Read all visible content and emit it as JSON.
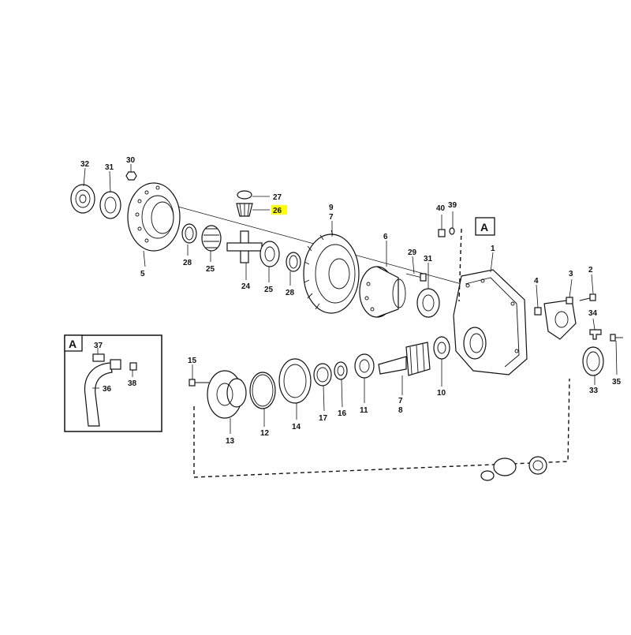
{
  "diagram": {
    "callouts": {
      "c1": "1",
      "c2": "2",
      "c3": "3",
      "c4": "4",
      "c5": "5",
      "c6": "6",
      "c7a": "7",
      "c7b": "7",
      "c8": "8",
      "c9": "9",
      "c10": "10",
      "c11": "11",
      "c12": "12",
      "c13": "13",
      "c14": "14",
      "c15": "15",
      "c16": "16",
      "c17": "17",
      "c24": "24",
      "c25a": "25",
      "c25b": "25",
      "c26": "26",
      "c27": "27",
      "c28a": "28",
      "c28b": "28",
      "c29": "29",
      "c30": "30",
      "c31a": "31",
      "c31b": "31",
      "c32": "32",
      "c33": "33",
      "c34": "34",
      "c35": "35",
      "c36": "36",
      "c37": "37",
      "c38": "38",
      "c39": "39",
      "c40": "40"
    },
    "highlighted_callout": "26",
    "highlight_color": "#ffff00",
    "detail_label": "A",
    "detail_label_main": "A"
  }
}
